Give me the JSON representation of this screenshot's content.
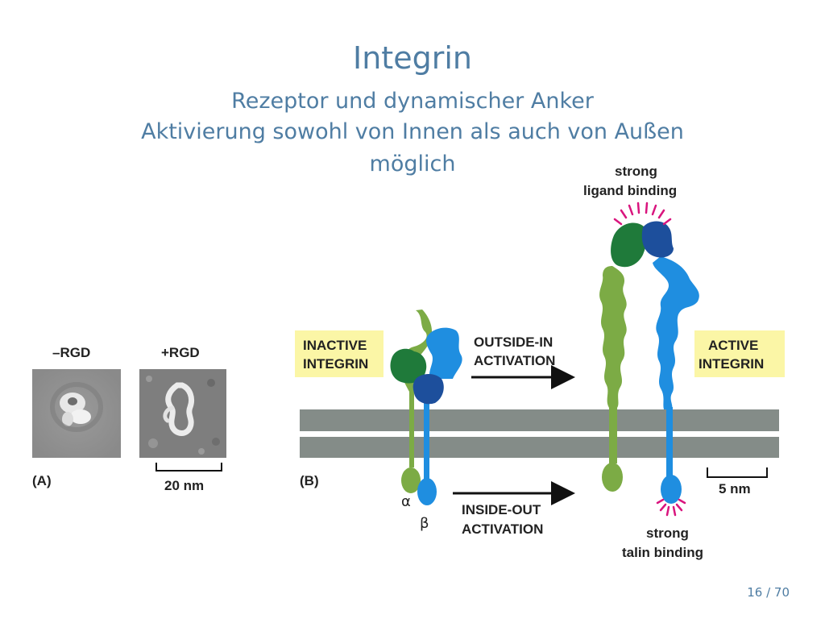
{
  "slide": {
    "title": "Integrin",
    "subtitle_line1": "Rezeptor und dynamischer Anker",
    "subtitle_line2": "Aktivierung sowohl von Innen als auch von Außen",
    "subtitle_line3": "möglich",
    "page_number": "16 / 70"
  },
  "panel_a": {
    "label_minus_rgd": "–RGD",
    "label_plus_rgd": "+RGD",
    "panel_label": "(A)",
    "scale_bar": "20 nm"
  },
  "panel_b": {
    "panel_label": "(B)",
    "inactive_line1": "INACTIVE",
    "inactive_line2": "INTEGRIN",
    "active_line1": "ACTIVE",
    "active_line2": "INTEGRIN",
    "outside_in_line1": "OUTSIDE-IN",
    "outside_in_line2": "ACTIVATION",
    "inside_out_line1": "INSIDE-OUT",
    "inside_out_line2": "ACTIVATION",
    "strong_ligand_line1": "strong",
    "strong_ligand_line2": "ligand binding",
    "strong_talin_line1": "strong",
    "strong_talin_line2": "talin binding",
    "alpha": "α",
    "beta": "β",
    "scale_bar": "5 nm"
  },
  "colors": {
    "title": "#4f7da3",
    "alpha_subunit": "#7cab45",
    "alpha_head": "#1f7a3a",
    "beta_subunit": "#1f8ee0",
    "beta_head": "#1d4f9c",
    "membrane": "#848c88",
    "label_box": "#fbf6a6",
    "binding_spikes": "#d9157e"
  }
}
